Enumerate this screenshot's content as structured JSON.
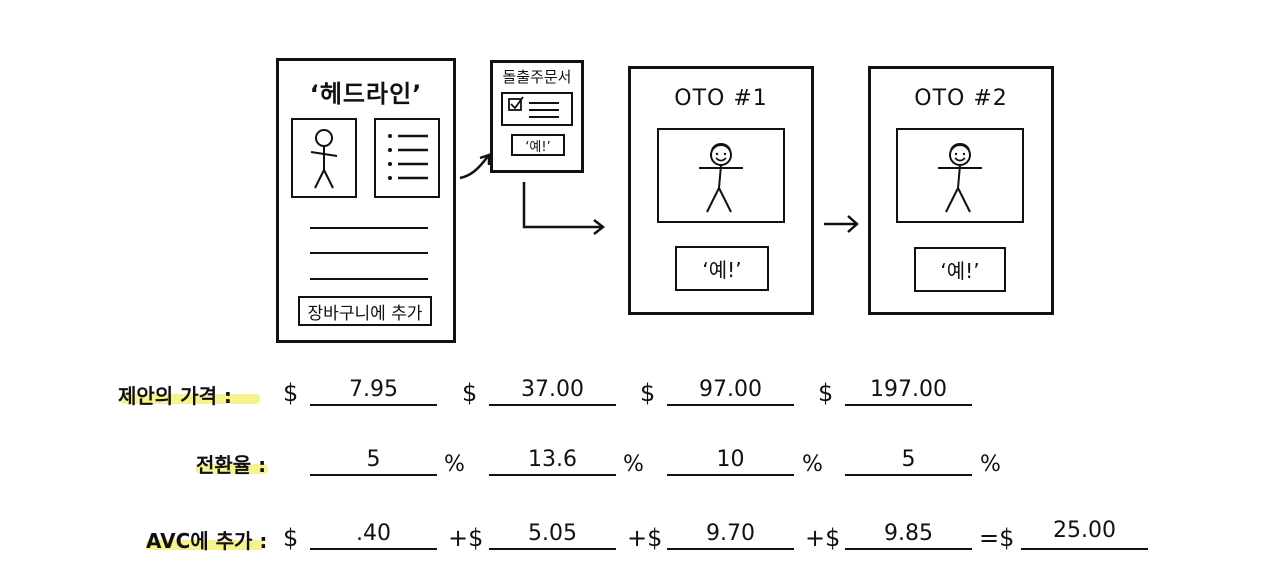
{
  "panels": {
    "landing": {
      "headline": "‘헤드라인’",
      "button": "장바구니에 추가"
    },
    "order_bump": {
      "title": "돌출주문서",
      "button": "‘예!’"
    },
    "oto1": {
      "title": "OTO #1",
      "button": "‘예!’"
    },
    "oto2": {
      "title": "OTO #2",
      "button": "‘예!’"
    }
  },
  "rows": {
    "price": {
      "label": "제안의 가격 :",
      "values": [
        "7.95",
        "37.00",
        "97.00",
        "197.00"
      ],
      "prefix": "$"
    },
    "conversion": {
      "label": "전환율 :",
      "values": [
        "5",
        "13.6",
        "10",
        "5"
      ],
      "suffix": "%"
    },
    "avc": {
      "label": "AVC에 추가 :",
      "values": [
        "40",
        "5.05",
        "9.70",
        "9.85"
      ],
      "total": "25.00",
      "prefix": "$",
      "plus": "+$",
      "equals": "=$"
    }
  },
  "colors": {
    "highlight": "#f5f07a",
    "ink": "#111111"
  }
}
